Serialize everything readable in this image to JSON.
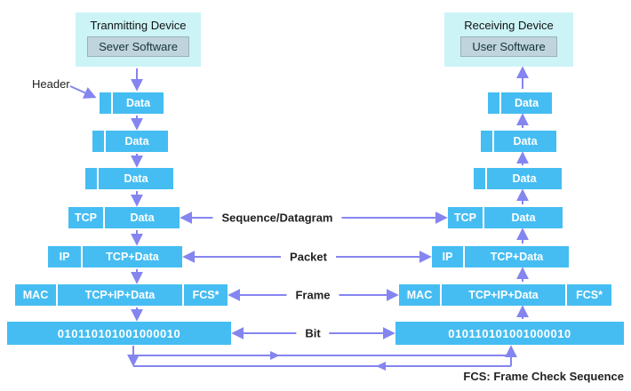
{
  "colors": {
    "box": "#45bdf2",
    "device_box": "#ccf4f7",
    "software_box": "#bfd4dc",
    "software_border": "#9ab0ba",
    "arrow": "#8585f0",
    "label_text": "#222222",
    "box_text": "#ffffff"
  },
  "transmitter": {
    "device": "Tranmitting Device",
    "software": "Sever Software"
  },
  "receiver": {
    "device": "Receiving Device",
    "software": "User Software"
  },
  "annotations": {
    "header_label": "Header",
    "fcs_note": "FCS: Frame Check Sequence"
  },
  "layer_labels": {
    "segment": "Sequence/Datagram",
    "packet": "Packet",
    "frame": "Frame",
    "bit": "Bit"
  },
  "left_stack": {
    "data1": "Data",
    "data2": "Data",
    "data3": "Data",
    "tcp": "TCP",
    "tcp_payload": "Data",
    "ip": "IP",
    "ip_payload": "TCP+Data",
    "mac": "MAC",
    "mac_payload": "TCP+IP+Data",
    "fcs": "FCS*",
    "bits": "010110101001000010"
  },
  "right_stack": {
    "data1": "Data",
    "data2": "Data",
    "data3": "Data",
    "tcp": "TCP",
    "tcp_payload": "Data",
    "ip": "IP",
    "ip_payload": "TCP+Data",
    "mac": "MAC",
    "mac_payload": "TCP+IP+Data",
    "fcs": "FCS*",
    "bits": "010110101001000010"
  }
}
